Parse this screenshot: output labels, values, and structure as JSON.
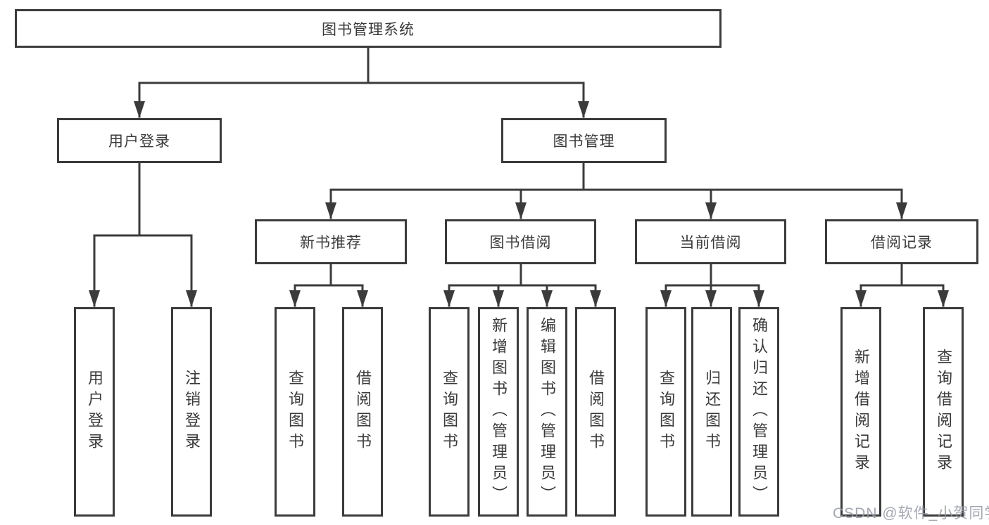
{
  "colors": {
    "line": "#3b3b3b",
    "text": "#3a3a3a",
    "background": "#ffffff",
    "watermark_gray": "#9499a5"
  },
  "tree": {
    "label": "图书管理系统",
    "children": [
      {
        "label": "用户登录",
        "children": [
          {
            "label": "用户登录"
          },
          {
            "label": "注销登录"
          }
        ]
      },
      {
        "label": "图书管理",
        "children": [
          {
            "label": "新书推荐",
            "children": [
              {
                "label": "查询图书"
              },
              {
                "label": "借阅图书"
              }
            ]
          },
          {
            "label": "图书借阅",
            "children": [
              {
                "label": "查询图书"
              },
              {
                "label": "新增图书（管理员）"
              },
              {
                "label": "编辑图书（管理员）"
              },
              {
                "label": "借阅图书"
              }
            ]
          },
          {
            "label": "当前借阅",
            "children": [
              {
                "label": "查询图书"
              },
              {
                "label": "归还图书"
              },
              {
                "label": "确认归还（管理员）"
              }
            ]
          },
          {
            "label": "借阅记录",
            "children": [
              {
                "label": "新增借阅记录"
              },
              {
                "label": "查询借阅记录"
              }
            ]
          }
        ]
      }
    ]
  },
  "watermark": {
    "text": "CSDN @软件_小贺同学"
  }
}
